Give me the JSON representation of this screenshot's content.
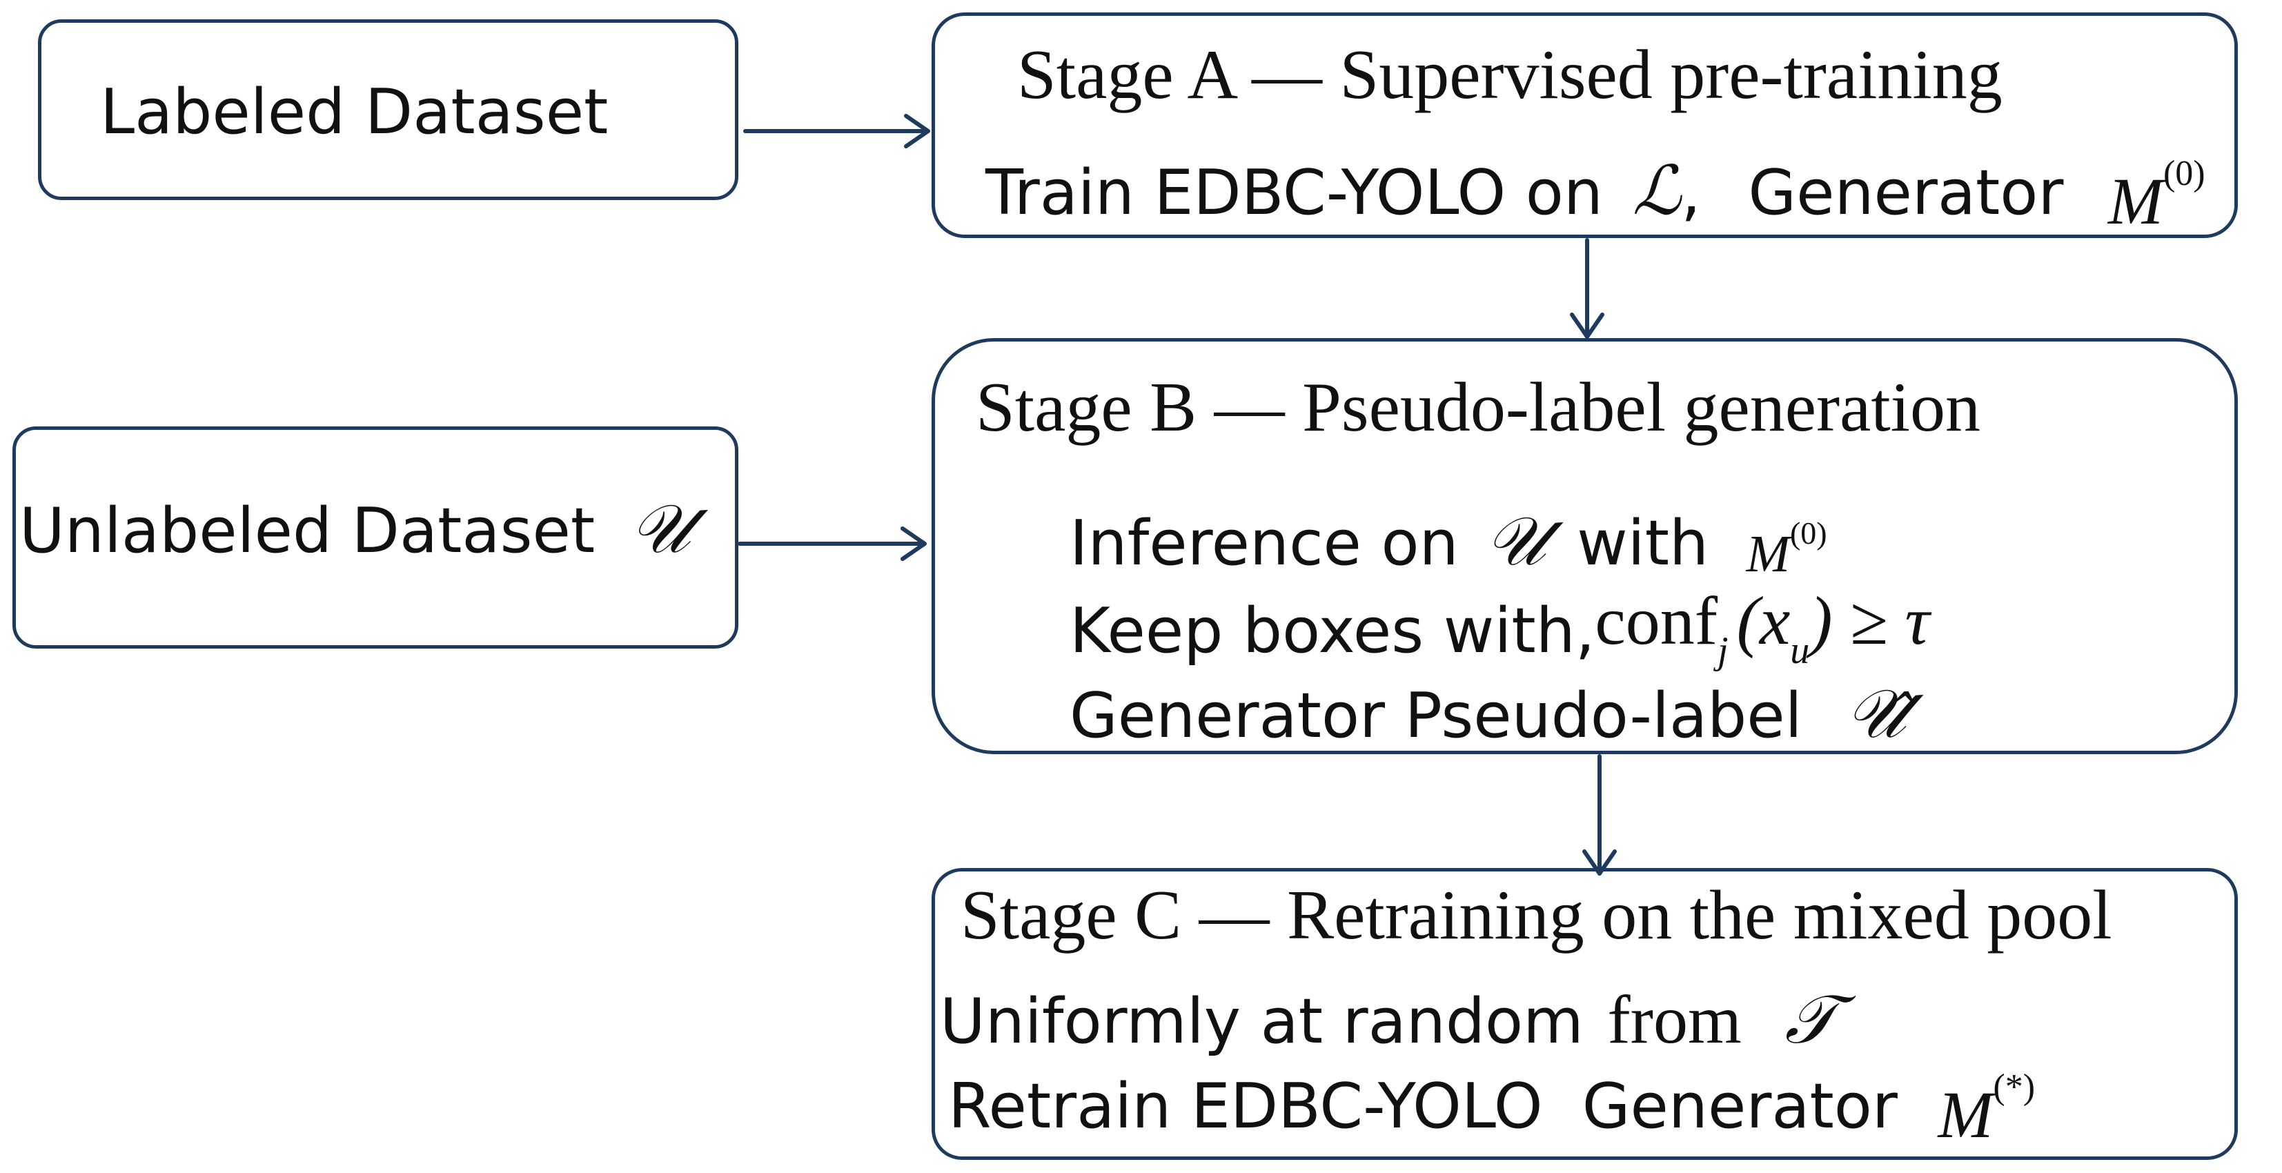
{
  "inputs": {
    "labeled": {
      "label": "Labeled Dataset"
    },
    "unlabeled": {
      "label": "Unlabeled Dataset",
      "symbol": "𝒰"
    }
  },
  "stage_a": {
    "title": "Stage A — Supervised pre-training",
    "line1_prefix": "Train EDBC-YOLO on",
    "line1_symbol": "ℒ",
    "line1_sep": ",",
    "line1_mid": "Generator",
    "model_symbol": "M",
    "model_sup": "(0)"
  },
  "stage_b": {
    "title": "Stage B — Pseudo-label generation",
    "line1_prefix": "Inference on",
    "line1_symbol": "𝒰",
    "line1_mid": "with",
    "line1_model": "M",
    "line1_sup": "(0)",
    "line2_prefix": "Keep boxes with,",
    "line2_func": "conf",
    "line2_sub_j": "j",
    "line2_open": "(x",
    "line2_sub_u": "u",
    "line2_close": ") ≥ τ",
    "line3_prefix": "Generator Pseudo-label",
    "line3_symbol": "𝒰̂"
  },
  "stage_c": {
    "title": "Stage C — Retraining on the mixed pool",
    "line1_prefix": "Uniformly at random",
    "line1_from": "from",
    "line1_symbol": "𝒯",
    "line2_prefix": "Retrain EDBC-YOLO  Generator",
    "line2_model": "M",
    "line2_sup": "(*)"
  },
  "colors": {
    "border": "#1f3a5f",
    "arrow": "#1f3a5f"
  }
}
